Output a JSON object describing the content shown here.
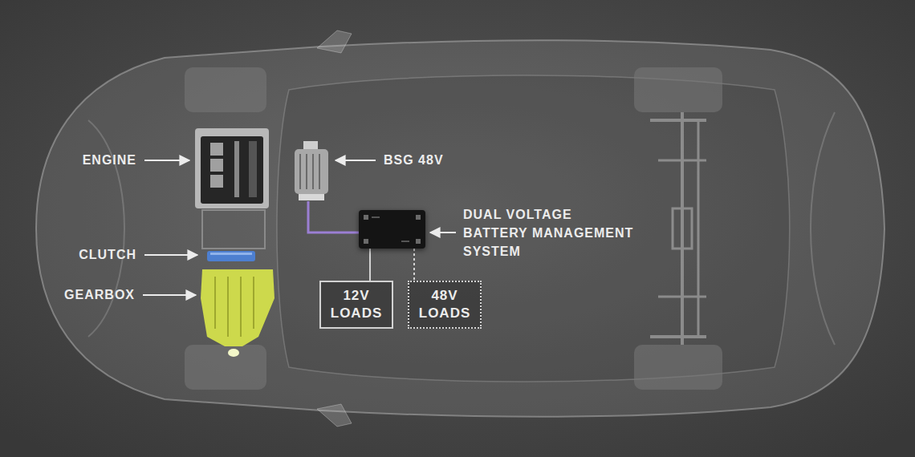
{
  "diagram": {
    "nodes": [
      {
        "text": [
          "DUAL VOLTAGE BATTERY MANAGEMENT SYSTEM"
        ]
      },
      {
        "text": [
          "12V LOADS"
        ]
      },
      {
        "text": [
          "48V LOADS"
        ]
      }
    ],
    "edges": [
      {
        "from": 0,
        "to": 1,
        "arrow": "none"
      },
      {
        "from": 0,
        "to": 2,
        "arrow": "none"
      }
    ],
    "labels": [
      "ENGINE",
      "CLUTCH",
      "GEARBOX",
      "BSG 48V"
    ]
  }
}
